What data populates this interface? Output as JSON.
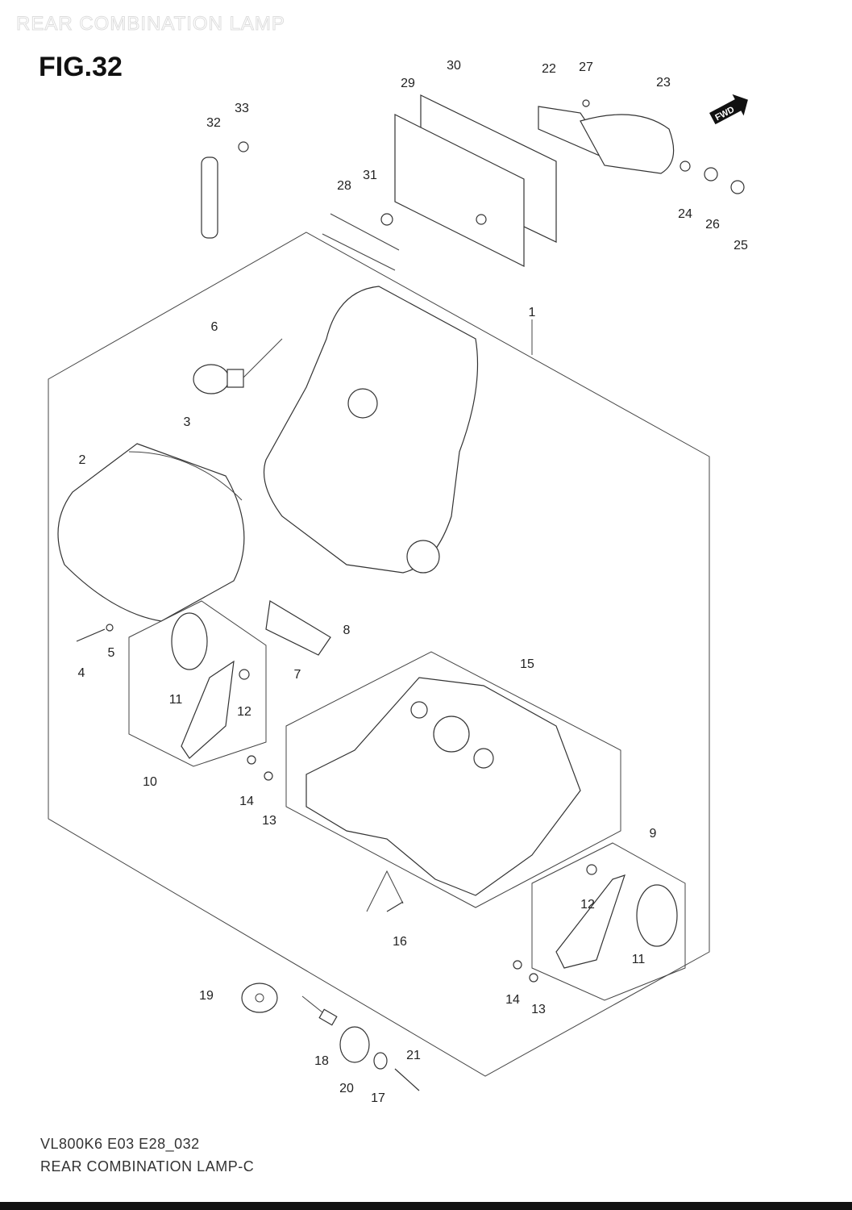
{
  "header": {
    "title": "REAR COMBINATION LAMP",
    "figure": "FIG.32"
  },
  "direction_badge": "FWD",
  "callouts": {
    "c30": "30",
    "c29": "29",
    "c22": "22",
    "c27": "27",
    "c23": "23",
    "c33": "33",
    "c32": "32",
    "c31": "31",
    "c28": "28",
    "c24": "24",
    "c26": "26",
    "c25": "25",
    "c1": "1",
    "c6": "6",
    "c3": "3",
    "c2": "2",
    "c8": "8",
    "c5": "5",
    "c4": "4",
    "c7": "7",
    "c15": "15",
    "c11a": "11",
    "c12a": "12",
    "c10": "10",
    "c14a": "14",
    "c13a": "13",
    "c9": "9",
    "c12b": "12",
    "c16": "16",
    "c11b": "11",
    "c19": "19",
    "c14b": "14",
    "c13b": "13",
    "c21": "21",
    "c18": "18",
    "c20": "20",
    "c17": "17"
  },
  "footer": {
    "code": "VL800K6 E03 E28_032",
    "caption": "REAR COMBINATION LAMP-C"
  }
}
